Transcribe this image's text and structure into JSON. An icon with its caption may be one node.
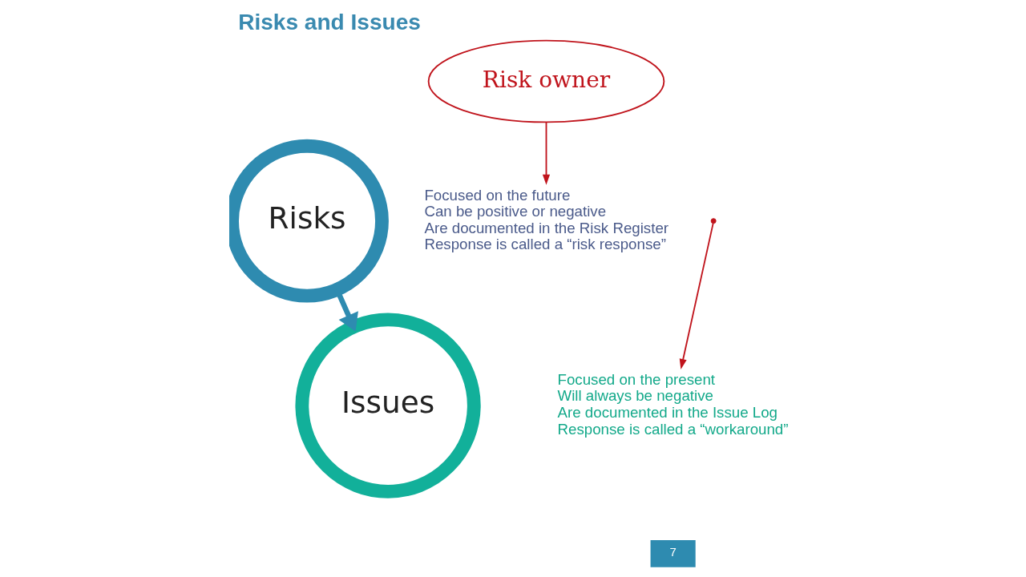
{
  "diagram": {
    "title": "Risks and Issues",
    "nodes": [
      {
        "text": [
          "Risk owner"
        ]
      },
      {
        "text": [
          "Risks"
        ]
      },
      {
        "text": [
          "Focused on the future",
          "Can be positive or negative",
          "Are documented in the Risk Register",
          "Response is called a “risk response”"
        ]
      },
      {
        "text": [
          "Issues"
        ]
      },
      {
        "text": [
          "Focused on the present",
          "Will always be negative",
          "Are documented in the Issue Log",
          "Response is called a “workaround”"
        ]
      }
    ],
    "edges": [
      {
        "from": 1,
        "to": 3,
        "arrow": "to",
        "style": "thick",
        "color": "#2e8bb0"
      },
      {
        "from": 0,
        "to": 2,
        "arrow": "to"
      },
      {
        "from": null,
        "to": 4,
        "arrow": "to"
      }
    ],
    "labels": [
      "7"
    ]
  }
}
